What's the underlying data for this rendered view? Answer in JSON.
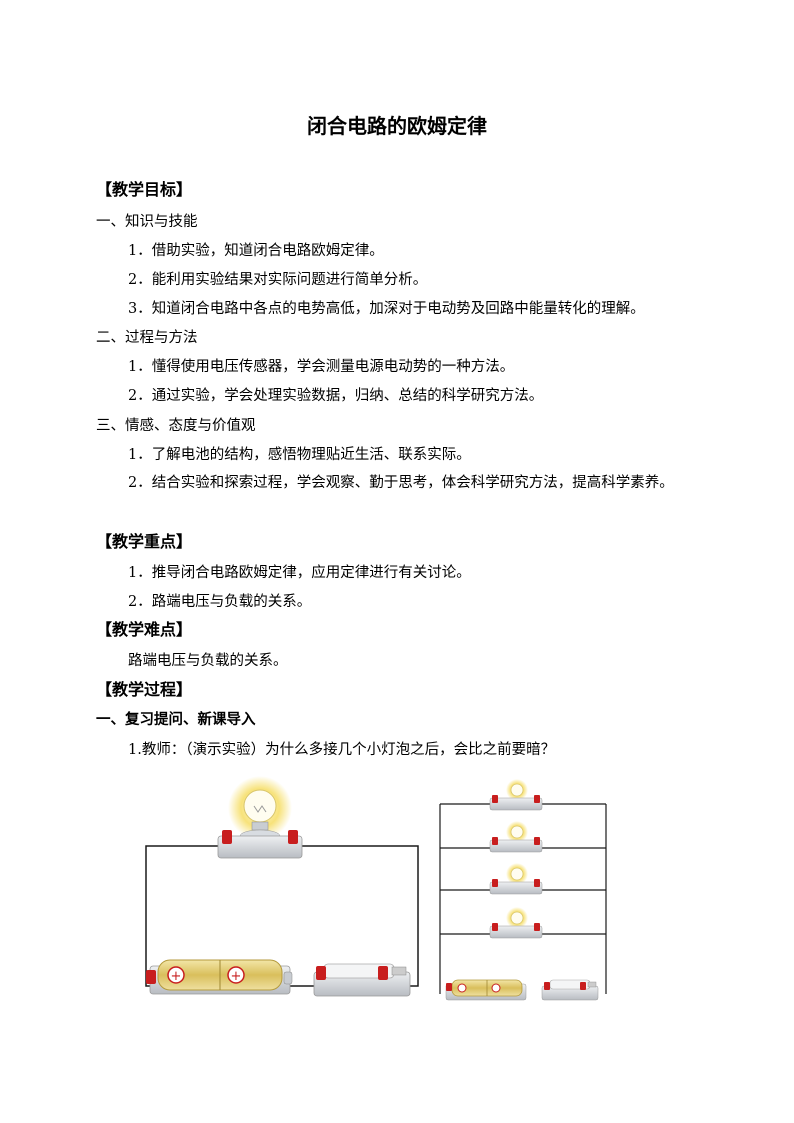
{
  "title": "闭合电路的欧姆定律",
  "sections": {
    "goals": {
      "heading": "【教学目标】",
      "knowledge": {
        "heading": "一、知识与技能",
        "items": [
          "1．借助实验，知道闭合电路欧姆定律。",
          "2．能利用实验结果对实际问题进行简单分析。",
          "3．知道闭合电路中各点的电势高低，加深对于电动势及回路中能量转化的理解。"
        ]
      },
      "process": {
        "heading": "二、过程与方法",
        "items": [
          "1．懂得使用电压传感器，学会测量电源电动势的一种方法。",
          "2．通过实验，学会处理实验数据，归纳、总结的科学研究方法。"
        ]
      },
      "attitude": {
        "heading": "三、情感、态度与价值观",
        "items": [
          "1．了解电池的结构，感悟物理贴近生活、联系实际。",
          "2．结合实验和探索过程，学会观察、勤于思考，体会科学研究方法，提高科学素养。"
        ]
      }
    },
    "keypoints": {
      "heading": "【教学重点】",
      "items": [
        "1．推导闭合电路欧姆定律，应用定律进行有关讨论。",
        "2．路端电压与负载的关系。"
      ]
    },
    "difficulty": {
      "heading": "【教学难点】",
      "text": "路端电压与负载的关系。"
    },
    "procedure": {
      "heading": "【教学过程】",
      "part1": {
        "heading": "一、复习提问、新课导入",
        "question": "1.教师：（演示实验）为什么多接几个小灯泡之后，会比之前要暗？"
      }
    }
  },
  "colors": {
    "bulb_glow": "#f7e27a",
    "battery": "#e8d27a",
    "terminal": "#c81e1e",
    "base": "#cfd3d8",
    "wire": "#1a1a1a"
  },
  "icons": [
    "light-bulb-icon",
    "battery-icon",
    "switch-icon"
  ]
}
